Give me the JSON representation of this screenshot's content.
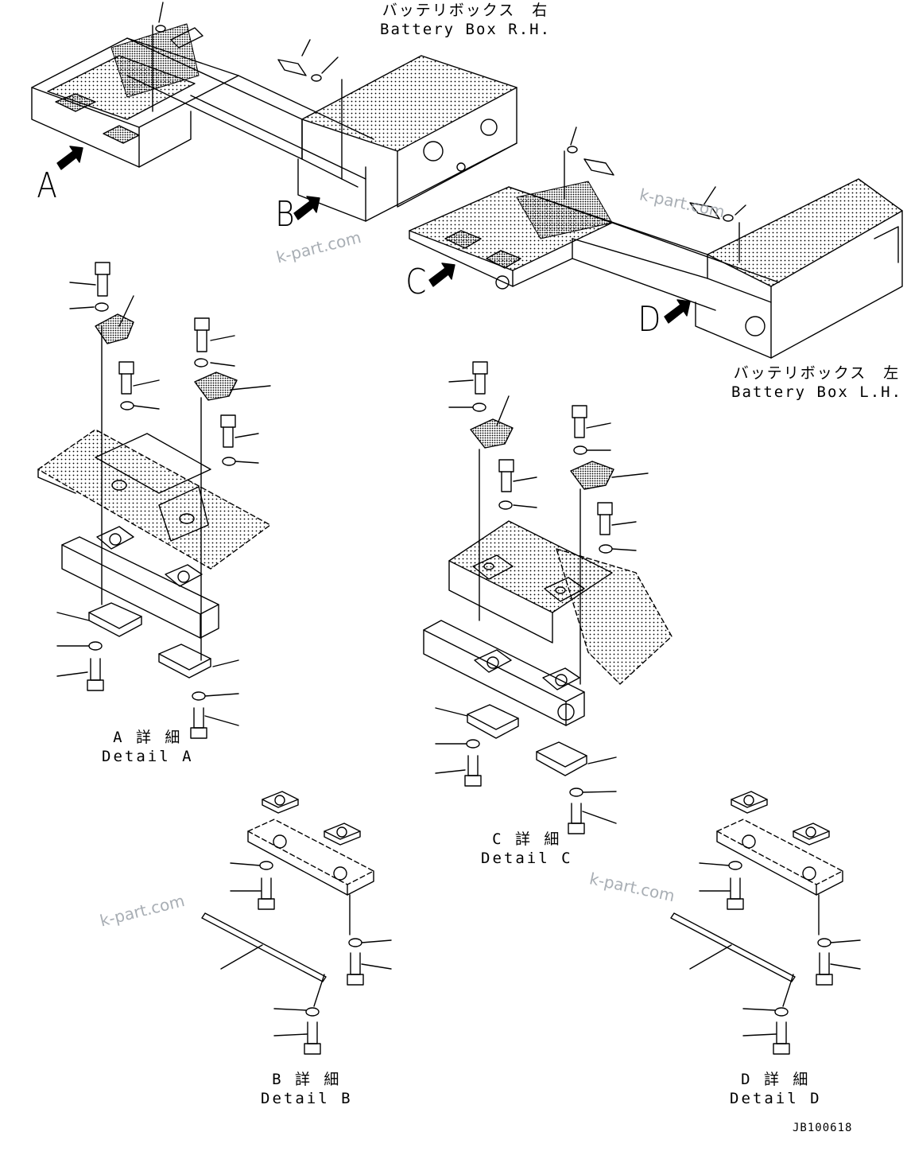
{
  "titles": {
    "rh_jp": "バッテリボックス　右",
    "rh_en": "Battery Box R.H.",
    "lh_jp": "バッテリボックス　左",
    "lh_en": "Battery Box L.H."
  },
  "views": {
    "a": "A",
    "b": "B",
    "c": "C",
    "d": "D"
  },
  "details": {
    "a_jp": "A 詳 細",
    "a_en": "Detail A",
    "b_jp": "B 詳 細",
    "b_en": "Detail B",
    "c_jp": "C 詳 細",
    "c_en": "Detail C",
    "d_jp": "D 詳 細",
    "d_en": "Detail D"
  },
  "watermark": "k-part.com",
  "drawing_code": "JB100618"
}
